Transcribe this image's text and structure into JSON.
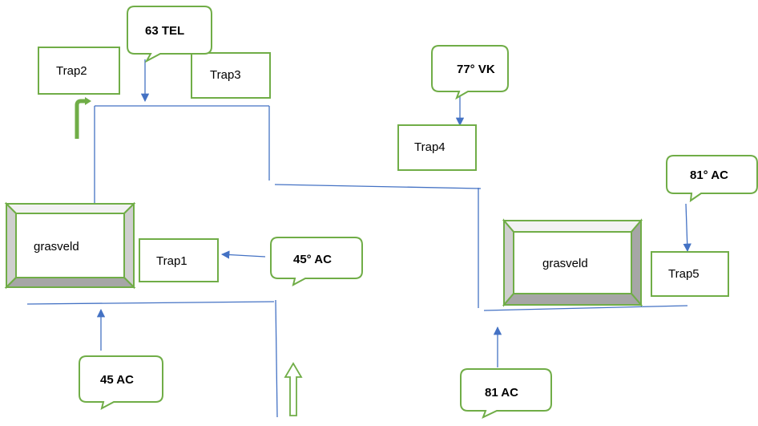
{
  "colors": {
    "box_border": "#70AD47",
    "line": "#4472C4",
    "bevel_dark": "#A6A6A6",
    "bevel_mid": "#CFCFCF",
    "bevel_light": "#F2F2F2",
    "text": "#000000"
  },
  "traps": {
    "trap1": "Trap1",
    "trap2": "Trap2",
    "trap3": "Trap3",
    "trap4": "Trap4",
    "trap5": "Trap5"
  },
  "fields": {
    "left": "grasveld",
    "right": "grasveld"
  },
  "callouts": {
    "tel63": "63 TEL",
    "vk77": "77° VK",
    "ac81_right": "81° AC",
    "ac45_mid": "45° AC",
    "ac45_bottom": "45 AC",
    "ac81_bottom": "81 AC"
  }
}
